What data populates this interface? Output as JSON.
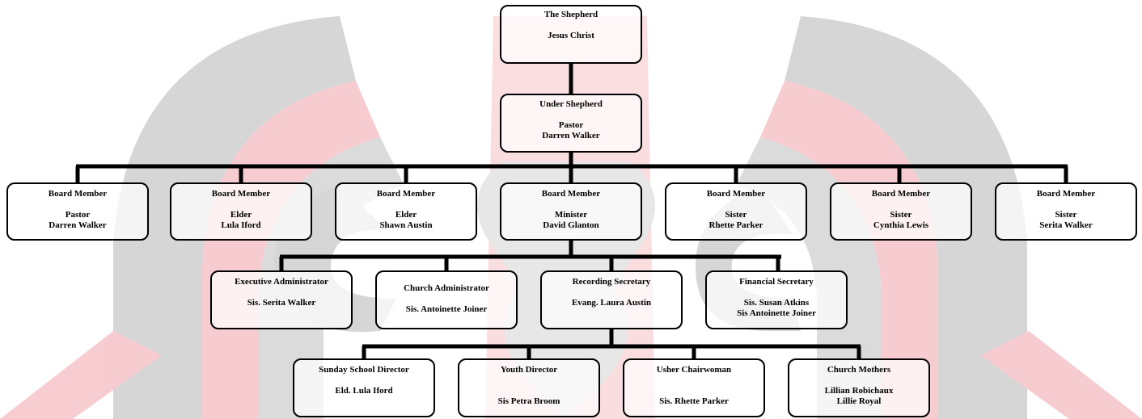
{
  "colors": {
    "line": "#000000",
    "watermark_pink": "#f2a0a6",
    "watermark_gray": "#9a9a9a"
  },
  "top": {
    "title": "The Shepherd",
    "name": "Jesus Christ"
  },
  "under": {
    "title": "Under Shepherd",
    "role": "Pastor",
    "name": "Darren Walker"
  },
  "board": [
    {
      "title": "Board Member",
      "role": "Pastor",
      "name": "Darren Walker"
    },
    {
      "title": "Board Member",
      "role": "Elder",
      "name": "Lula Iford"
    },
    {
      "title": "Board Member",
      "role": "Elder",
      "name": "Shawn Austin"
    },
    {
      "title": "Board Member",
      "role": "Minister",
      "name": "David Glanton"
    },
    {
      "title": "Board Member",
      "role": "Sister",
      "name": "Rhette Parker"
    },
    {
      "title": "Board Member",
      "role": "Sister",
      "name": "Cynthia Lewis"
    },
    {
      "title": "Board Member",
      "role": "Sister",
      "name": "Serita Walker"
    }
  ],
  "officers": [
    {
      "title": "Executive Administrator",
      "line1": "Sis. Serita Walker"
    },
    {
      "title": "Church Administrator",
      "line1": "Sis. Antoinette Joiner"
    },
    {
      "title": "Recording Secretary",
      "line1": "Evang. Laura Austin"
    },
    {
      "title": "Financial Secretary",
      "line1": "Sis. Susan Atkins",
      "line2": "Sis Antoinette Joiner"
    }
  ],
  "directors": [
    {
      "title": "Sunday School Director",
      "line1": "Eld. Lula Iford"
    },
    {
      "title": "Youth Director",
      "line1": "Sis Petra Broom"
    },
    {
      "title": "Usher Chairwoman",
      "line1": "Sis. Rhette Parker"
    },
    {
      "title": "Church Mothers",
      "line1": "Lillian Robichaux",
      "line2": "Lillie Royal"
    }
  ]
}
